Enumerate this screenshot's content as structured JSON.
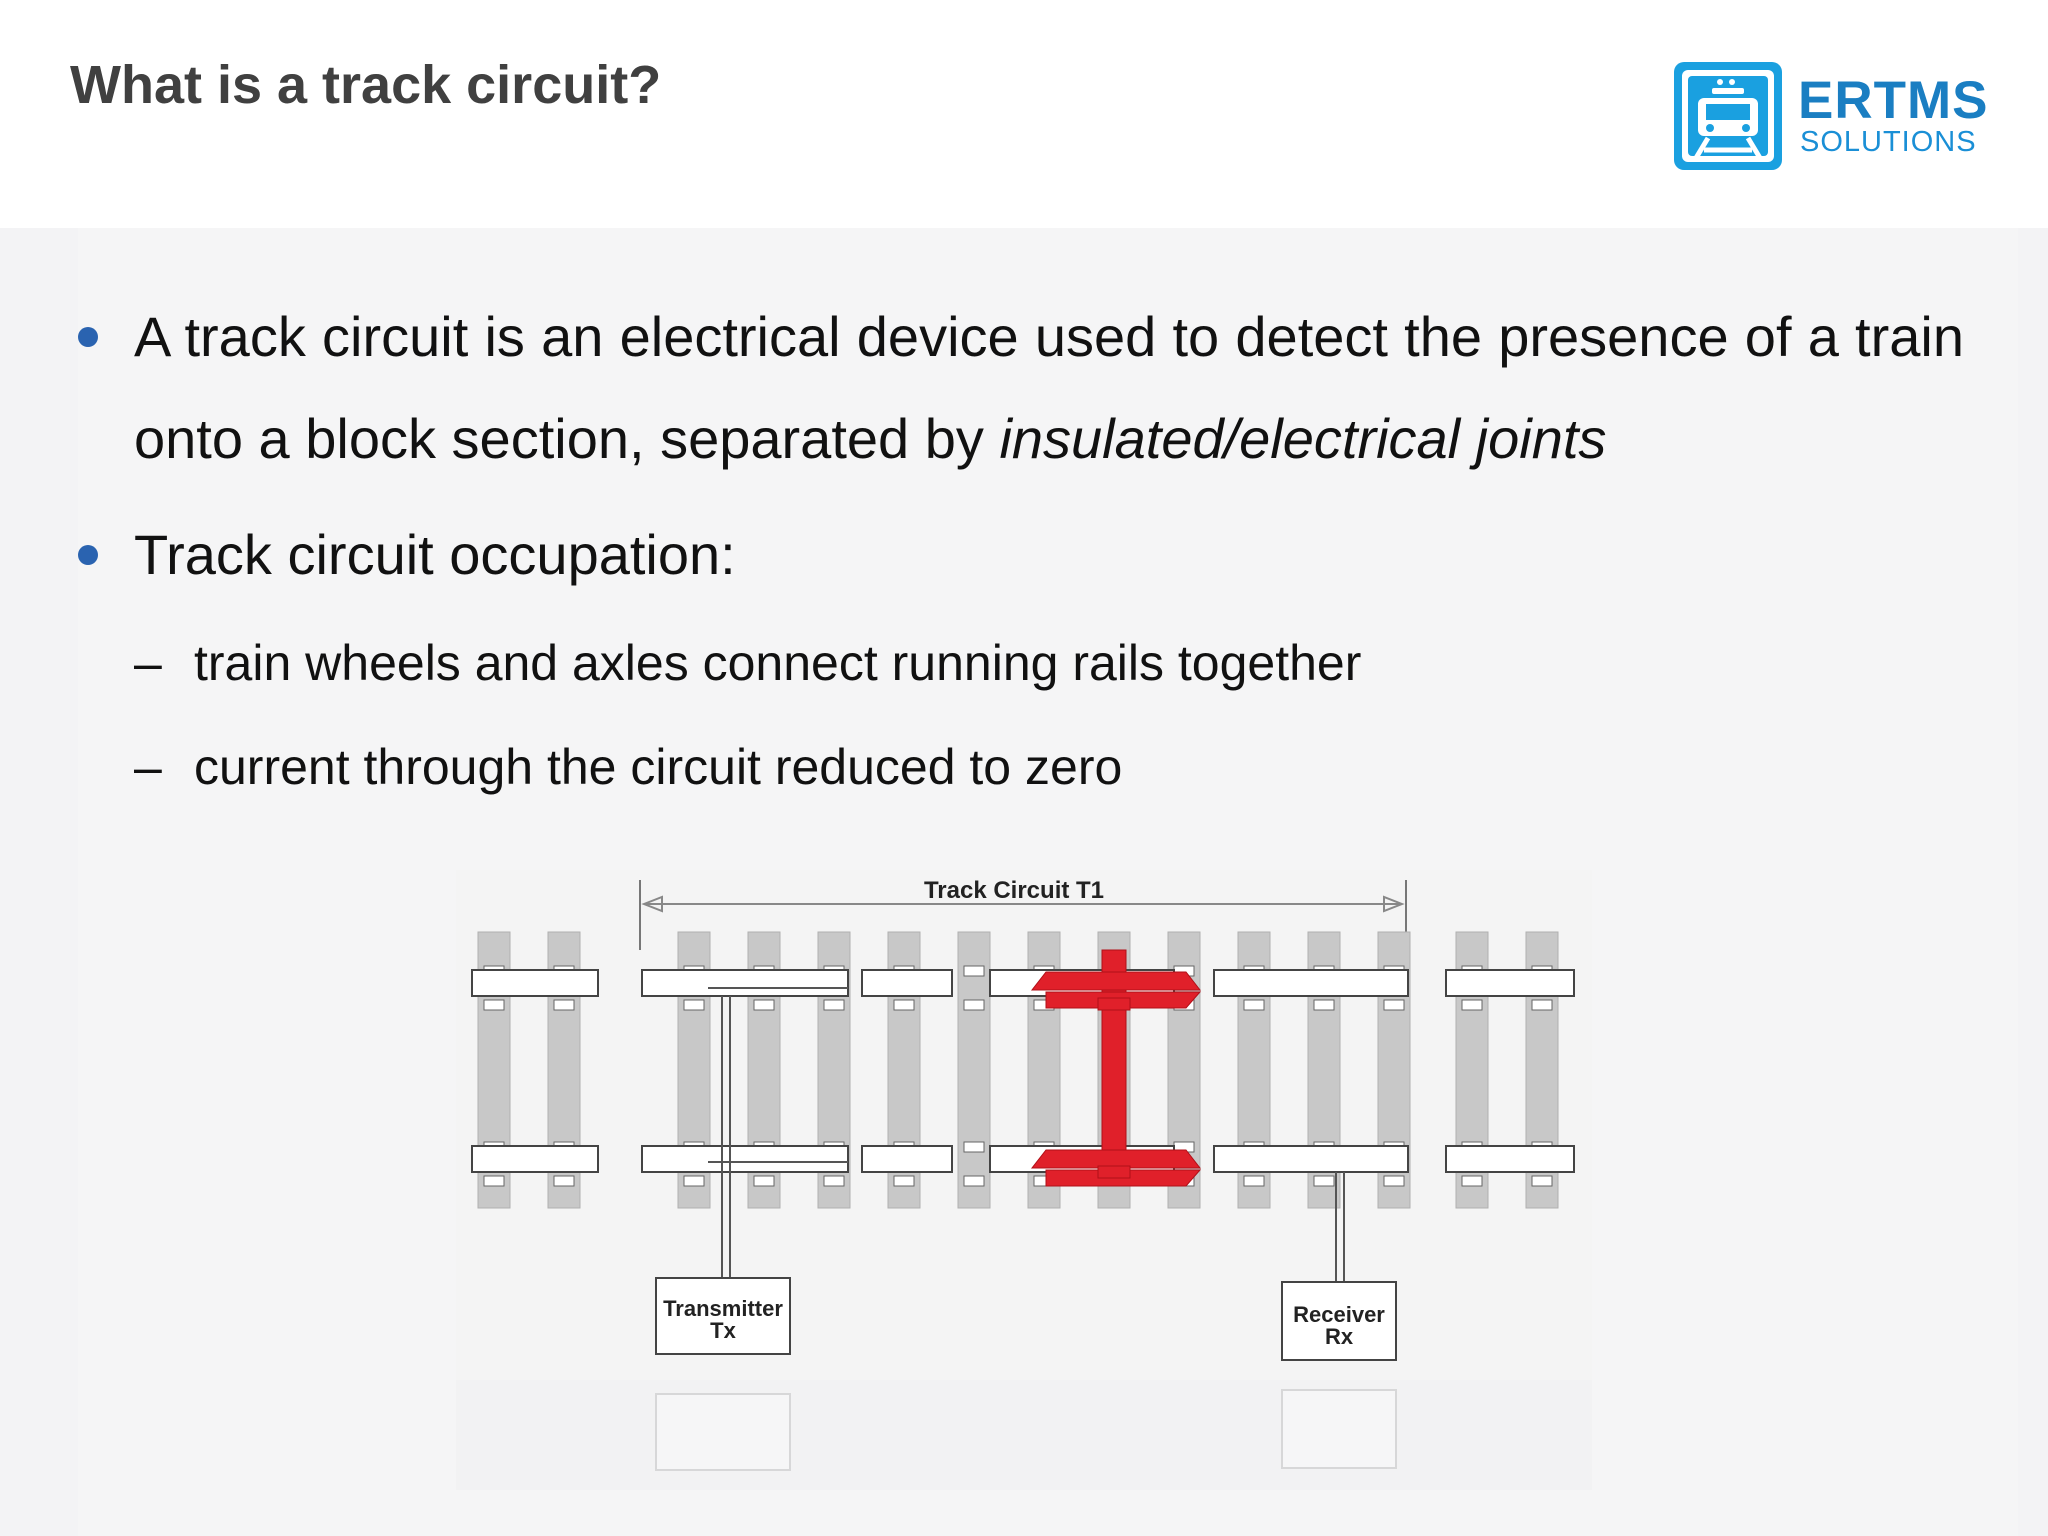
{
  "slide": {
    "title": "What is a track circuit?"
  },
  "logo": {
    "brand": "ERTMS",
    "sub": "SOLUTIONS",
    "icon": "train-icon",
    "color": "#1aa0e0"
  },
  "bullets": [
    {
      "text_plain": "A track circuit is an electrical device used to detect the presence of a train onto a block section, separated by ",
      "text_italic": "insulated/electrical joints"
    },
    {
      "text_plain": "Track circuit occupation:"
    }
  ],
  "sub_bullets": [
    {
      "dash": "–",
      "text": "train wheels and axles connect running rails together"
    },
    {
      "dash": "–",
      "text": "current through the circuit reduced to zero"
    }
  ],
  "diagram": {
    "span_label": "Track Circuit T1",
    "transmitter_line1": "Transmitter",
    "transmitter_line2": "Tx",
    "receiver_line1": "Receiver",
    "receiver_line2": "Rx",
    "axle_color": "#e0202a",
    "sleeper_color": "#c8c8c8"
  }
}
